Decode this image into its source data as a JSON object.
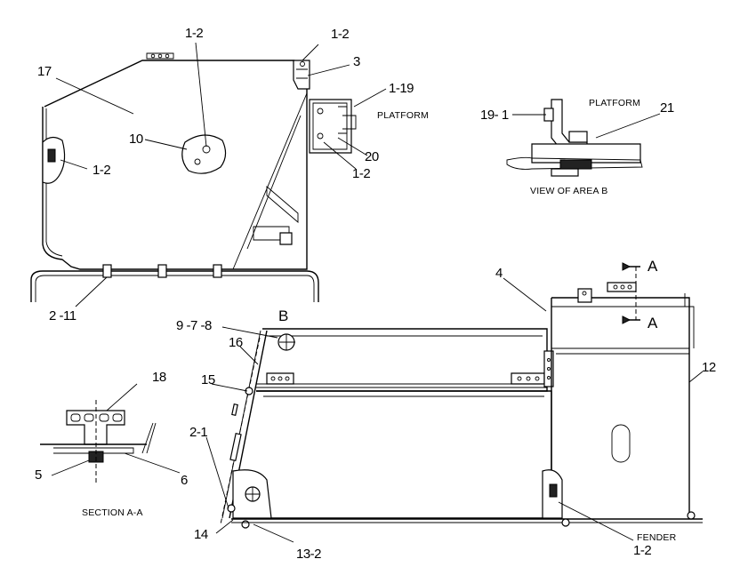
{
  "labels": {
    "c1_2_top_mid": "1-2",
    "c1_2_top_right": "1-2",
    "c3": "3",
    "c17": "17",
    "c1_19": "1-19",
    "c10": "10",
    "c1_2_left": "1-2",
    "c20": "20",
    "c1_2_bracket": "1-2",
    "c2_11": "2 -11",
    "c19_1": "19- 1",
    "c21": "21",
    "c4": "4",
    "cA_top": "A",
    "cA_bottom": "A",
    "c9_7_8": "9 -7 -8",
    "cB": "B",
    "c16": "16",
    "c12": "12",
    "c18": "18",
    "c15": "15",
    "c2_1": "2-1",
    "c5": "5",
    "c6": "6",
    "c14": "14",
    "c13_2": "13-2",
    "c1_2_bottom": "1-2"
  },
  "captions": {
    "platform_main": "PLATFORM",
    "platform_detail": "PLATFORM",
    "view_area_b": "VIEW  OF  AREA  B",
    "section_aa": "SECTION A-A",
    "fender": "FENDER"
  }
}
